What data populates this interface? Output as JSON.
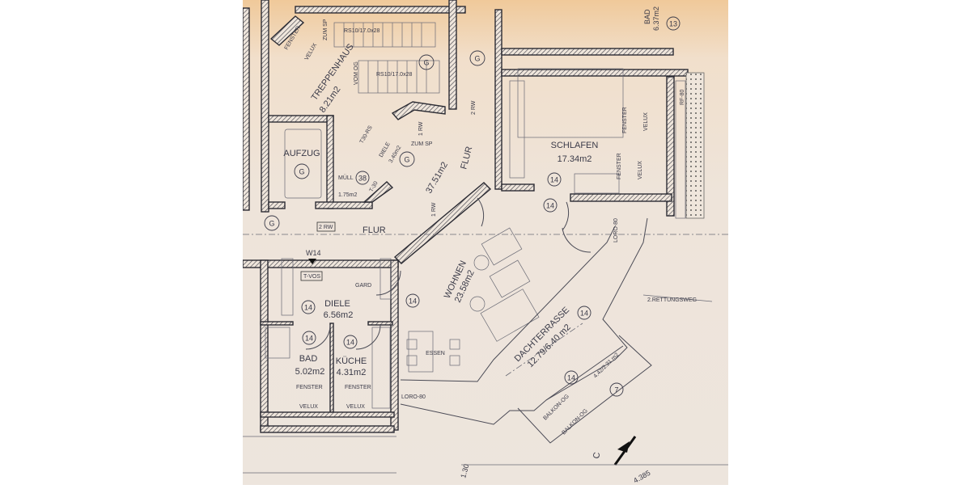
{
  "plan": {
    "rooms": {
      "treppenhaus": {
        "name": "TREPPENHAUS",
        "area": "8.21m2"
      },
      "aufzug": {
        "name": "AUFZUG"
      },
      "flur_top": {
        "name": "FLUR",
        "area": "37.51m2"
      },
      "flur_bottom": {
        "name": "FLUR"
      },
      "diele_small": {
        "name": "DIELE",
        "area": "3.40m2"
      },
      "muell": {
        "name": "MÜLL",
        "area": "1.75m2"
      },
      "schlafen": {
        "name": "SCHLAFEN",
        "area": "17.34m2"
      },
      "bad_top": {
        "name": "BAD",
        "area": "6.37m2"
      },
      "diele": {
        "name": "DIELE",
        "area": "6.56m2"
      },
      "bad": {
        "name": "BAD",
        "area": "5.02m2"
      },
      "kueche": {
        "name": "KÜCHE",
        "area": "4.31m2"
      },
      "wohnen": {
        "name": "WOHNEN",
        "area": "23.58m2"
      },
      "essen": {
        "name": "ESSEN"
      },
      "dachterrasse": {
        "name": "DACHTERRASSE",
        "area": "12.79/6.40 m2"
      },
      "balkon1": {
        "name": "BALKON-OG"
      },
      "balkon2": {
        "name": "BALKON-OG"
      },
      "balkon_area": "4.42/2.21 m2"
    },
    "annotations": {
      "stair1": "RS10/17.0x28",
      "stair2": "RS10/17.0x28",
      "zum_sp": "ZUM SP",
      "zum_sp2": "ZUM SP",
      "vom_og": "VOM OG",
      "fenster": "FENSTER",
      "velux": "VELUX",
      "rw2_a": "2 RW",
      "rw2_b": "2 RW",
      "rw1": "1 RW",
      "rw1_b": "1 RW",
      "door_t30": "T30-RS",
      "door_t30b": "T-30",
      "w14": "W14",
      "tvos": "T-VOS",
      "gard": "GARD",
      "loro1": "LORO-80",
      "loro2": "LORO-80",
      "rf": "RF-80",
      "rettungsweg": "2.RETTUNGSWEG",
      "section": "C",
      "dim1": "1.30",
      "dim2": "4.385"
    },
    "markers": {
      "g": "G",
      "n14": "14",
      "n38": "38",
      "n13": "13",
      "n7": "7"
    }
  }
}
